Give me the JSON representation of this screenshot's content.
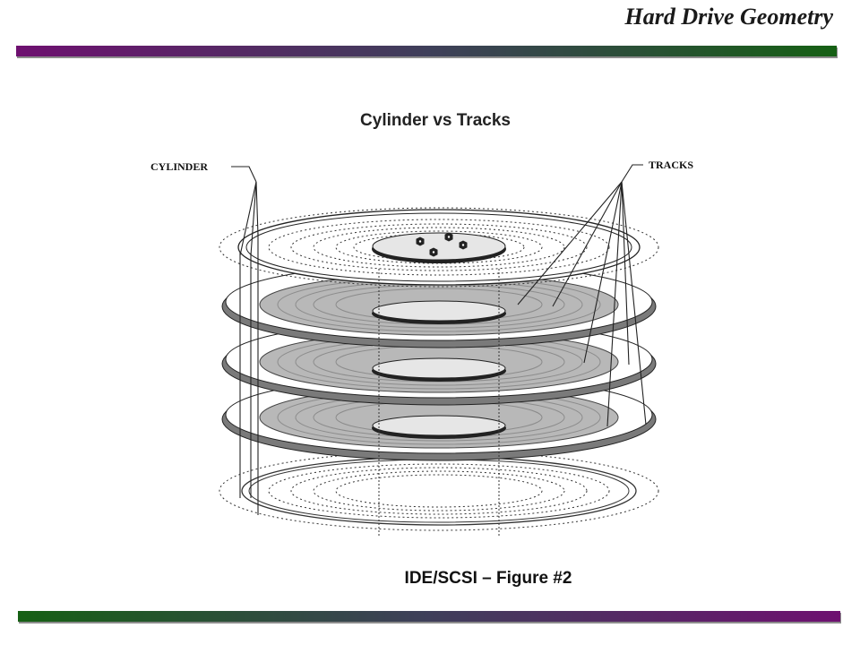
{
  "header": {
    "title": "Hard Drive Geometry"
  },
  "diagram": {
    "title": "Cylinder vs Tracks",
    "labels": {
      "cylinder": "CYLINDER",
      "tracks": "TRACKS"
    }
  },
  "caption": "IDE/SCSI – Figure #2",
  "colors": {
    "bar_purple": "#6e1070",
    "bar_green": "#166014",
    "platter_dark": "#7a7a7a",
    "platter_surface": "#b8b8b8",
    "spindle": "#e6e6e6"
  }
}
